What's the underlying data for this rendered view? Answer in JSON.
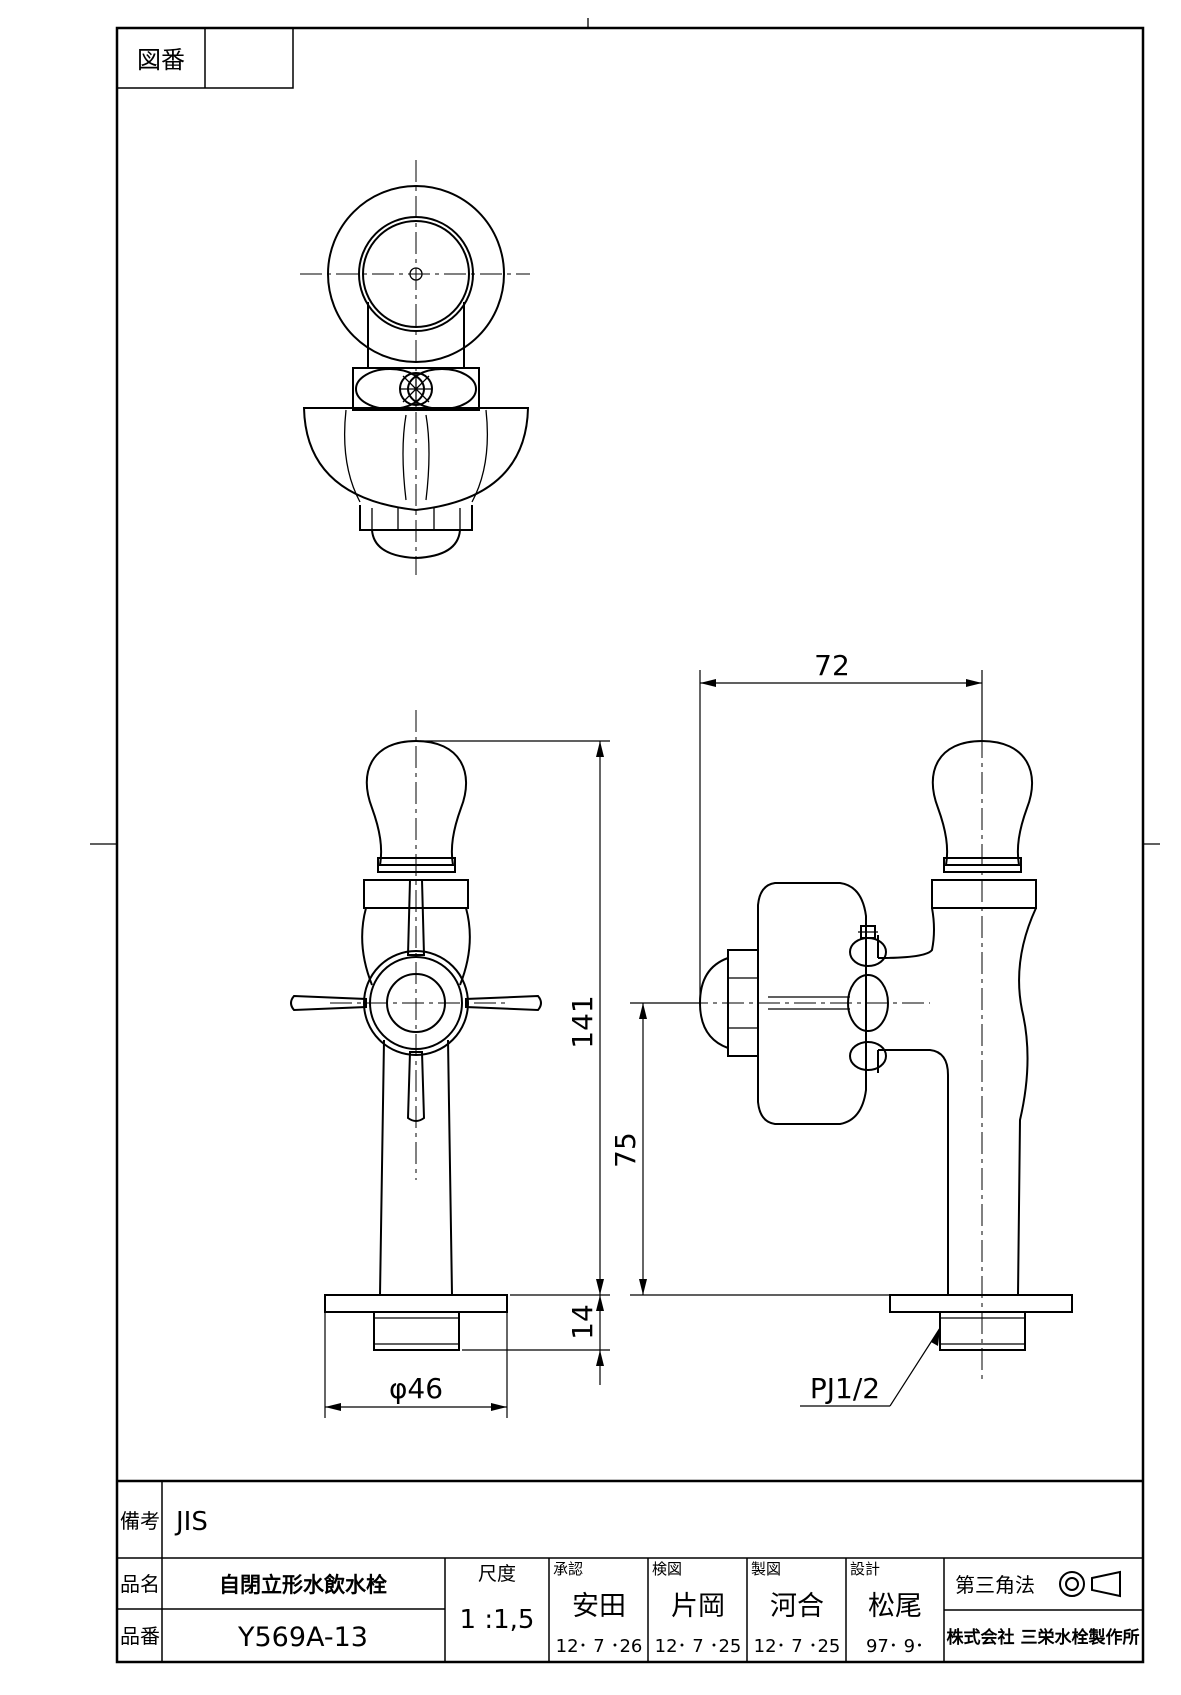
{
  "drawing_number_label": "図番",
  "drawing_number_value": "",
  "dimensions": {
    "width_top": "72",
    "height_total": "141",
    "height_outlet": "75",
    "height_base": "14",
    "flange_diameter": "φ46",
    "thread": "PJ1/2"
  },
  "title_block": {
    "remarks_label": "備考",
    "remarks_value": "JIS",
    "product_name_label": "品名",
    "product_name_value": "自閉立形水飲水栓",
    "product_number_label": "品番",
    "product_number_value": "Y569A-13",
    "scale_label": "尺度",
    "scale_value": "1 :1,5",
    "approved_label": "承認",
    "approved_name": "安田",
    "approved_date": "12･ 7 ･26",
    "checked_label": "検図",
    "checked_name": "片岡",
    "checked_date": "12･ 7 ･25",
    "drawn_label": "製図",
    "drawn_name": "河合",
    "drawn_date": "12･ 7 ･25",
    "designed_label": "設計",
    "designed_name": "松尾",
    "designed_date": "97･  9･",
    "projection_label": "第三角法",
    "company": "株式会社 三栄水栓製作所"
  }
}
